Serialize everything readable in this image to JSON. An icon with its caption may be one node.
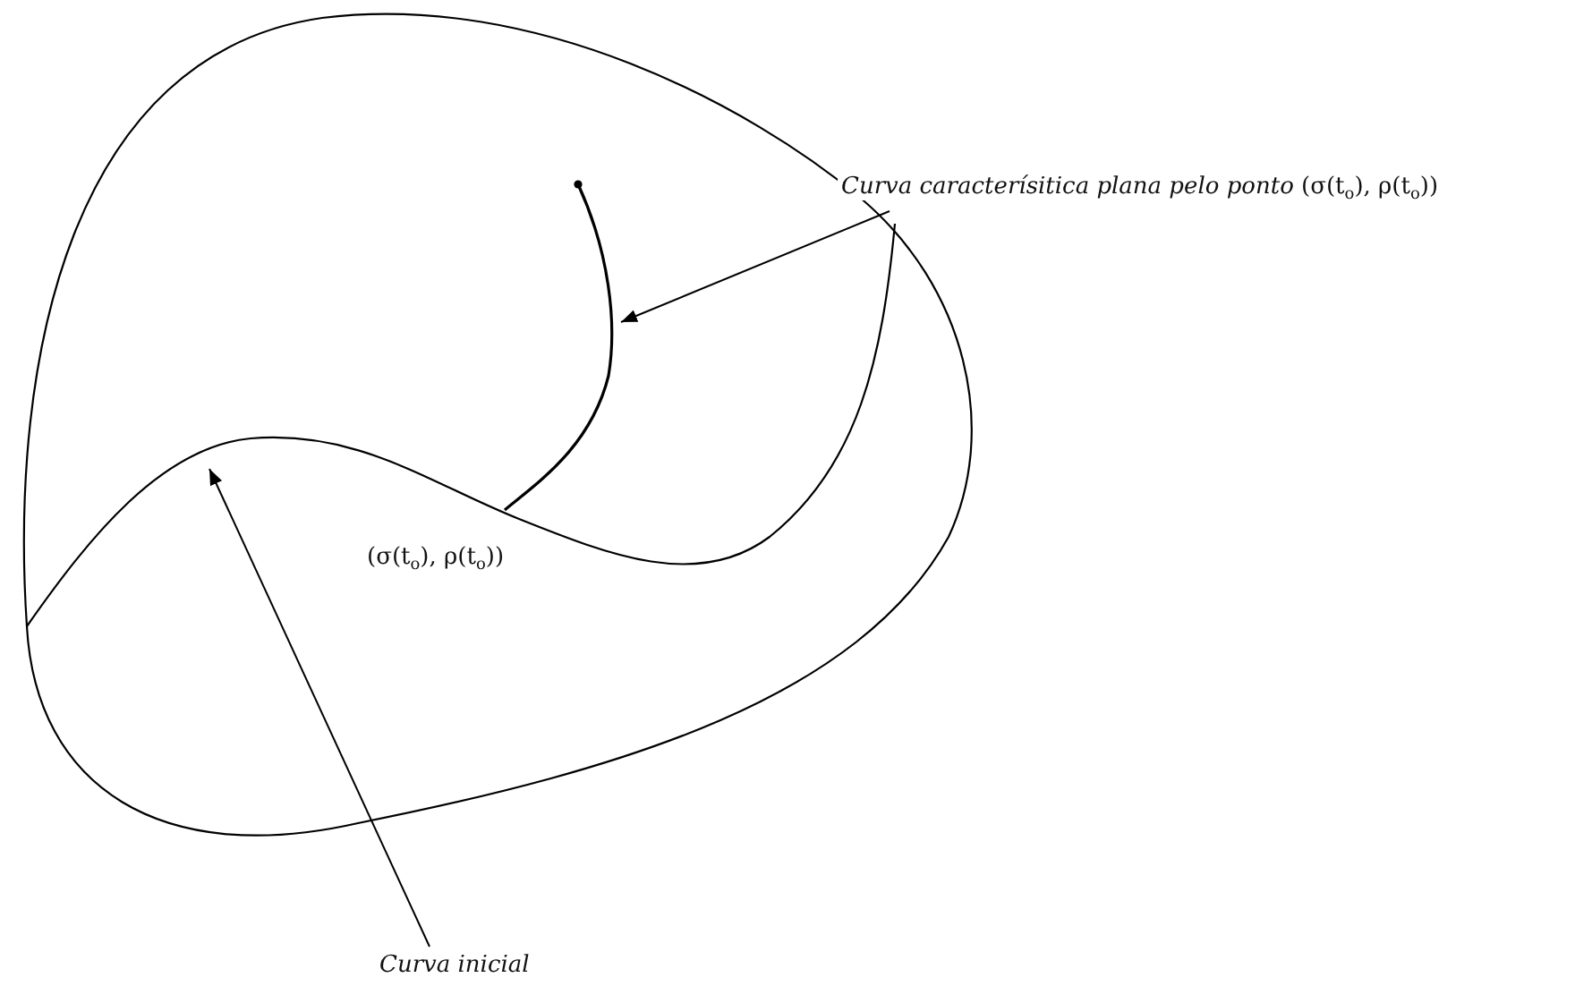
{
  "diagram": {
    "nodes": [
      {
        "text": [
          "*Curva caracterísitica plana pelo ponto* (σ(t$_{o}$), ρ(t$_{o}$))"
        ]
      },
      {
        "text": [],
        "shape": "curve"
      },
      {
        "text": [
          "Curva inicial"
        ]
      },
      {
        "text": [],
        "shape": "curve"
      }
    ],
    "edges": [
      {
        "from": 0,
        "to": 1,
        "arrow": "to"
      },
      {
        "from": 2,
        "to": 3,
        "arrow": "to"
      }
    ],
    "labels": [
      "(σ(t$_{o}$), ρ(t$_{o}$))"
    ]
  }
}
